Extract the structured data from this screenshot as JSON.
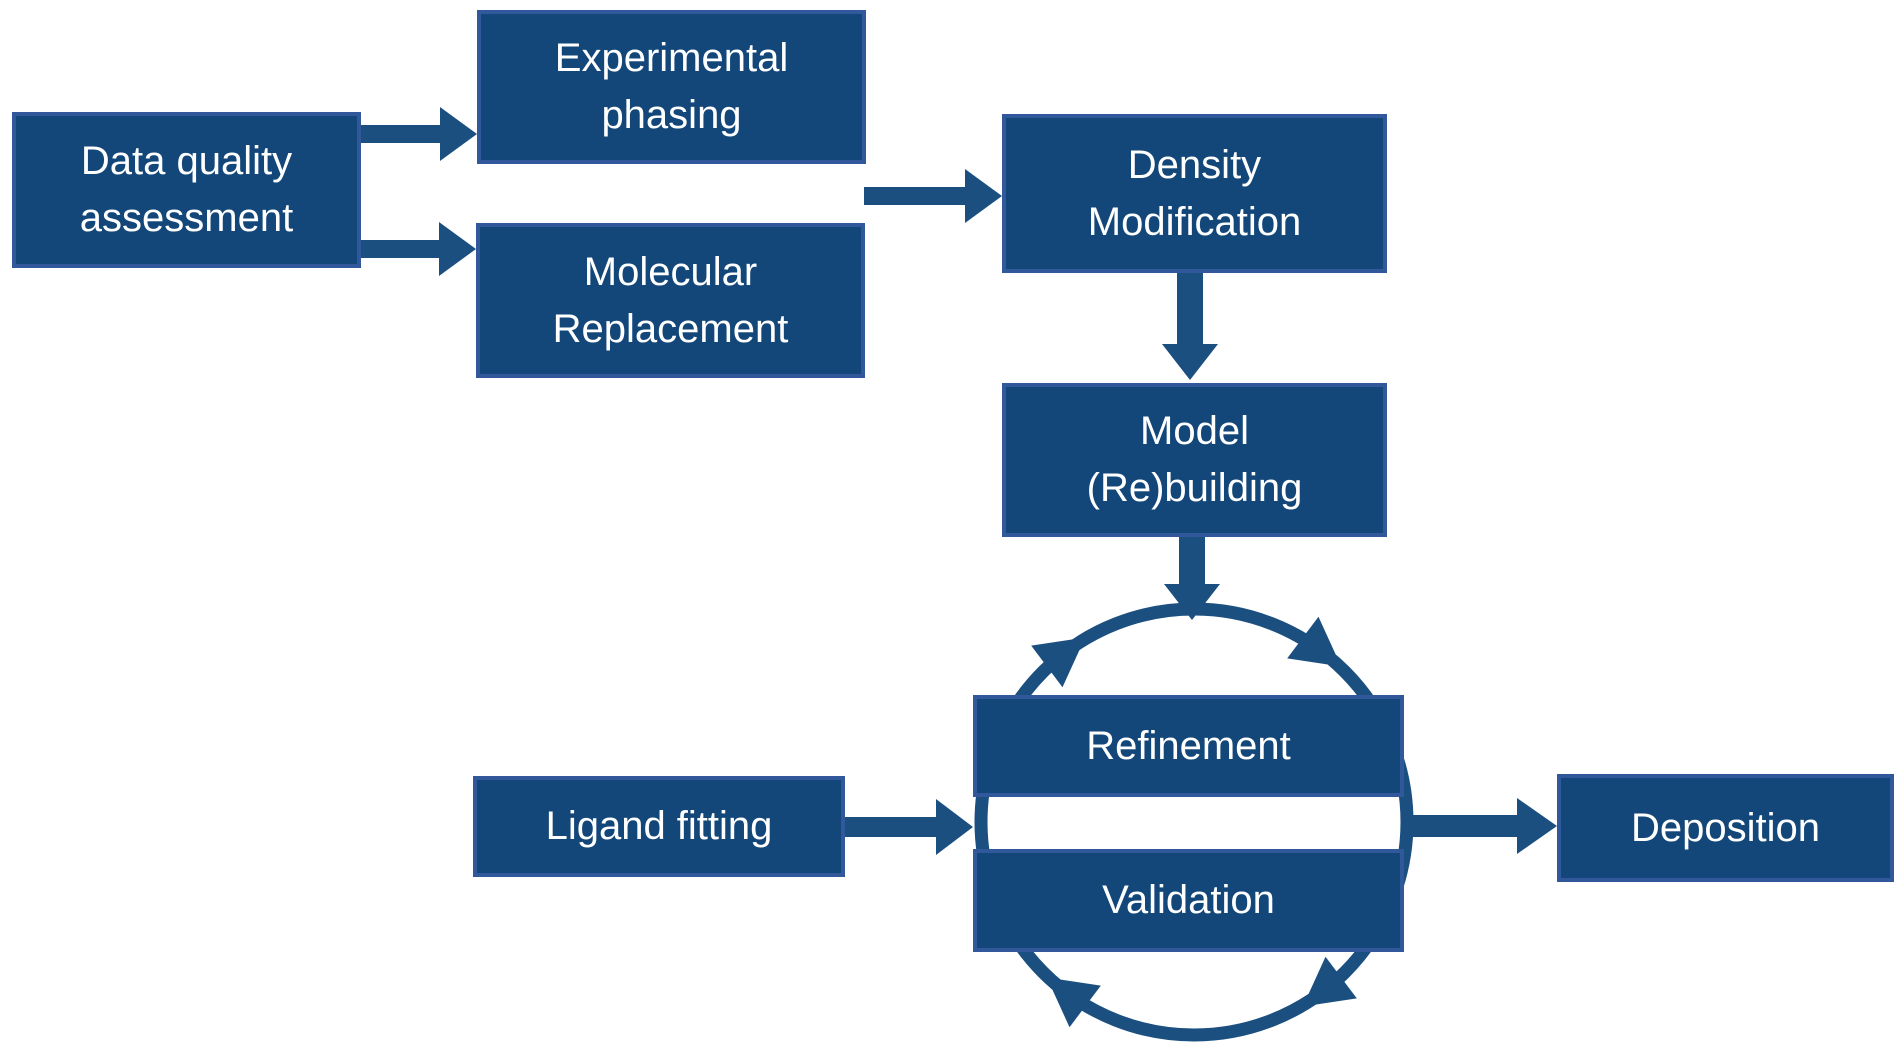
{
  "diagram": {
    "background": "#FFFFFF",
    "colors": {
      "box_fill": "#134779",
      "box_border": "#30589A",
      "arrow": "#1B4F80",
      "text": "#FFFFFF"
    },
    "boxes": {
      "data_quality": {
        "lines": [
          "Data quality",
          "assessment"
        ]
      },
      "experimental_phasing": {
        "lines": [
          "Experimental",
          "phasing"
        ]
      },
      "molecular_replacement": {
        "lines": [
          "Molecular",
          "Replacement"
        ]
      },
      "density_modification": {
        "lines": [
          "Density",
          "Modification"
        ]
      },
      "model_rebuilding": {
        "lines": [
          "Model",
          "(Re)building"
        ]
      },
      "refinement": {
        "lines": [
          "Refinement"
        ]
      },
      "validation": {
        "lines": [
          "Validation"
        ]
      },
      "ligand_fitting": {
        "lines": [
          "Ligand fitting"
        ]
      },
      "deposition": {
        "lines": [
          "Deposition"
        ]
      }
    },
    "edges": [
      {
        "from": "data_quality",
        "to": "experimental_phasing"
      },
      {
        "from": "data_quality",
        "to": "molecular_replacement"
      },
      {
        "from": "experimental_phasing_molecular_replacement",
        "to": "density_modification"
      },
      {
        "from": "density_modification",
        "to": "model_rebuilding"
      },
      {
        "from": "model_rebuilding",
        "to": "refinement_validation_cycle"
      },
      {
        "from": "ligand_fitting",
        "to": "refinement_validation_cycle"
      },
      {
        "from": "refinement_validation_cycle",
        "to": "deposition"
      }
    ],
    "cycle": {
      "members": [
        "refinement",
        "validation"
      ],
      "direction": "clockwise"
    }
  }
}
